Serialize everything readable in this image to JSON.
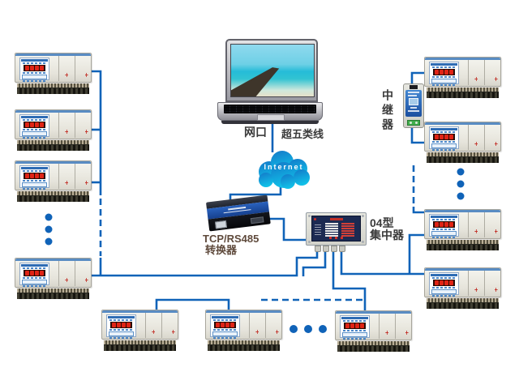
{
  "labels": {
    "network_port": "网口",
    "cable": "超五类线",
    "internet": "Internet",
    "converter_line1": "TCP/RS485",
    "converter_line2": "转换器",
    "concentrator_line1": "04型",
    "concentrator_line2": "集中器",
    "repeater": "中继器"
  },
  "colors": {
    "connection_line": "#1063b8",
    "label_text": "#3a3a3a",
    "converter_label_text": "#5f4a3c",
    "cloud_gradient_top": "#1478c8",
    "cloud_gradient_bottom": "#10c0e8",
    "meter_display_red": "#e02416",
    "concentrator_panel": "#1c2a52"
  },
  "devices": {
    "left_column_meters": 4,
    "right_column_meters": 4,
    "bottom_row_meters": 3,
    "has_repeater": true,
    "has_concentrator": true,
    "has_converter": true,
    "has_laptop": true
  }
}
